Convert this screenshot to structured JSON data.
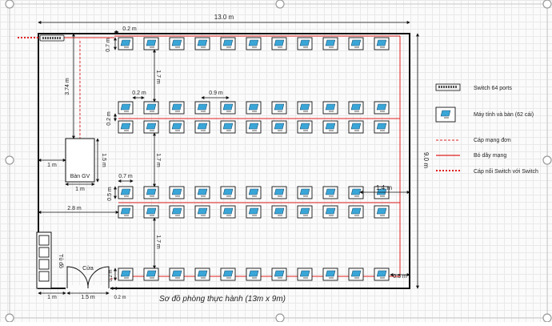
{
  "dimensions": {
    "width_label": "13.0 m",
    "height_label": "9.0 m",
    "top_gap": "0.2 m",
    "desk_depth": "0.7 m",
    "row_gap_1": "1.7 m",
    "col_gap": "0.2 m",
    "pair_width": "0.9 m",
    "pair_gap": "0.2 m",
    "row_gap_2": "1.7 m",
    "row_gap_3": "1.7 m",
    "desk_width": "0.7 m",
    "desk_gap": "0.5 m",
    "teacher_top": "3.74 m",
    "teacher_left": "1 m",
    "teacher_height": "1.5 m",
    "teacher_width": "1 m",
    "aisle_right": "1.4 m",
    "aisle_left": "2.8 m",
    "door_left": "1 m",
    "door_width": "1.5 m",
    "door_wall": "0.2 m",
    "bottom_gap": "0.2 m",
    "right_gap": "0.5 m"
  },
  "labels": {
    "teacher_desk": "Bàn GV",
    "cabinet": "Tủ đồ",
    "door": "Cửa",
    "caption": "Sơ đồ phòng thực hành (13m x 9m)"
  },
  "legend": {
    "switch": "Switch 64 ports",
    "computer": "Máy tính và bàn (62 cái)",
    "single_cable": "Cáp mạng đơn",
    "cable_bundle": "Bó dây mạng",
    "switch_link": "Cáp nối Switch với Switch"
  },
  "colors": {
    "wall": "#111111",
    "cable": "#e02020",
    "monitor": "#3aa6d8",
    "grid": "#e9e9e9"
  },
  "icons": {
    "computer": "monitor-icon",
    "switch": "switch-icon"
  }
}
